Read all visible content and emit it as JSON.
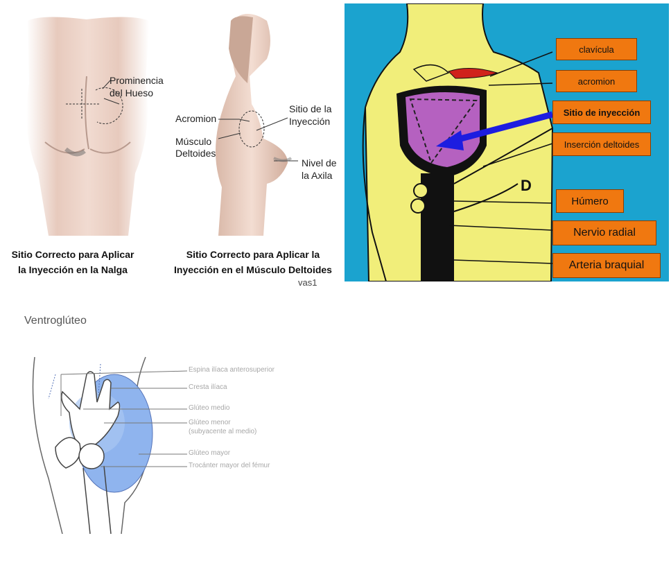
{
  "buttock_panel": {
    "label_prominence": "Prominencia\ndel Hueso",
    "caption": "Sitio Correcto para Aplicar\nla Inyección en la Nalga"
  },
  "deltoid_panel": {
    "label_acromion": "Acromion",
    "label_muscle": "Músculo\nDeltoides",
    "label_site": "Sitio de la\nInyección",
    "label_axilla": "Nivel de\nla Axila",
    "caption": "Sitio Correcto para Aplicar la\nInyección en el Músculo Deltoides",
    "watermark": "vas1"
  },
  "shoulder_panel": {
    "background": "#1ba3cf",
    "tags": [
      {
        "text": "clavícula",
        "bold": false
      },
      {
        "text": "acromion",
        "bold": false
      },
      {
        "text": "Sitio de inyección",
        "bold": true
      },
      {
        "text": "Inserción deltoides",
        "bold": false
      },
      {
        "text": "Húmero",
        "bold": false
      },
      {
        "text": "Nervio radial",
        "bold": false
      },
      {
        "text": "Arteria braquial",
        "bold": false
      }
    ]
  },
  "ventro_panel": {
    "title": "Ventroglúteo",
    "labels": [
      "Espina ilíaca anterosuperior",
      "Cresta ilíaca",
      "Glúteo medio",
      "Glúteo menor\n(subyacente al medio)",
      "Glúteo mayor",
      "Trocánter mayor del fémur"
    ]
  },
  "colors": {
    "skin": "#e8cfc4",
    "shoulder_yellow": "#f1ee7a",
    "injection_purple": "#b561c0",
    "arrow_blue": "#1d1de0",
    "muscle_blue": "#8fb4ee",
    "tag_orange": "#f07810"
  }
}
